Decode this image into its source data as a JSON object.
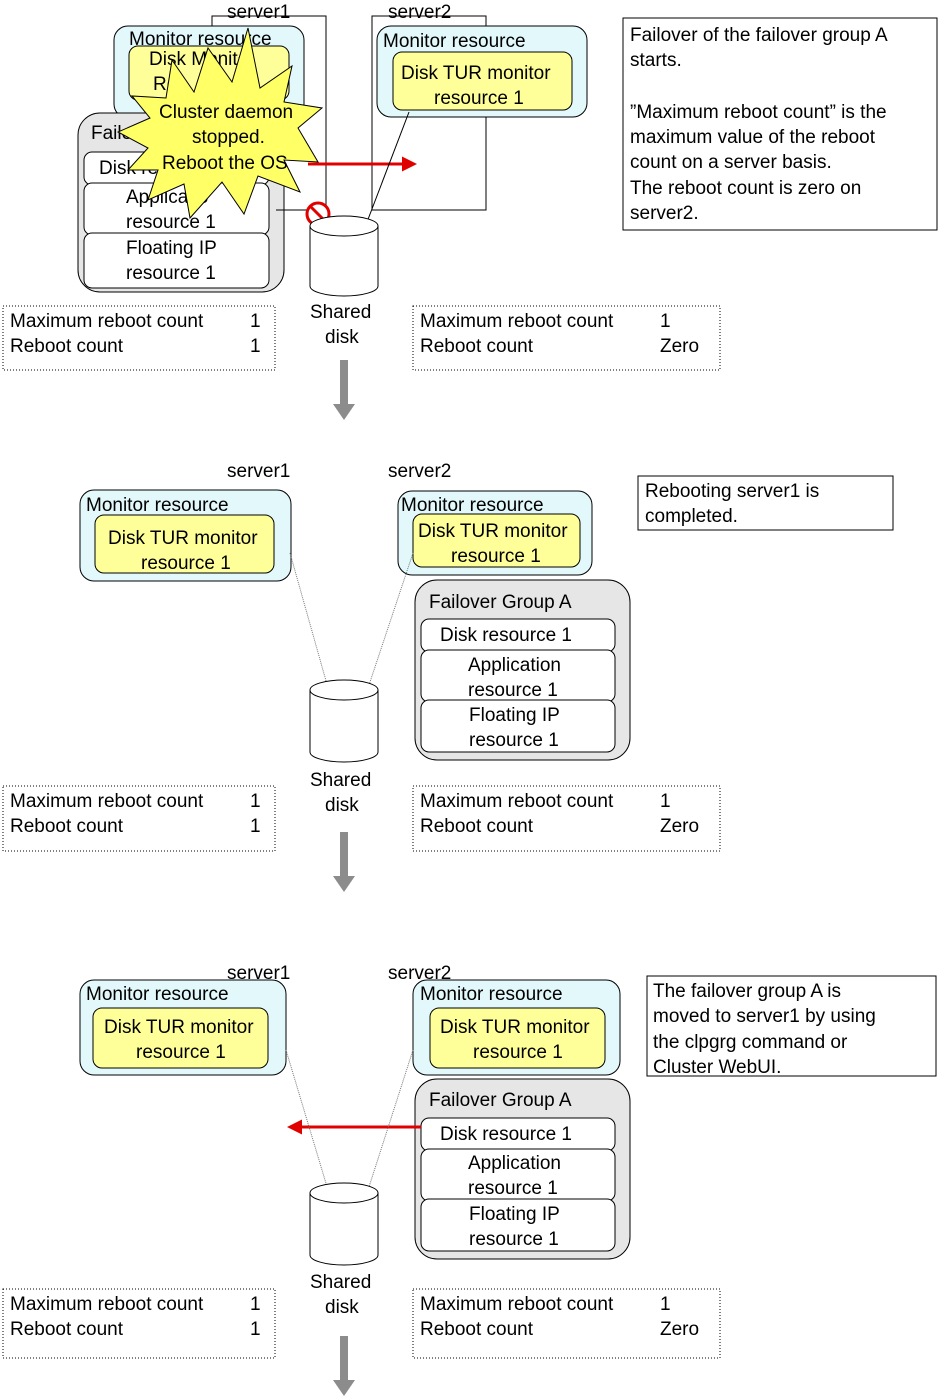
{
  "labels": {
    "server1": "server1",
    "server2": "server2",
    "monitor_resource": "Monitor resource",
    "disk_tur_monitor": [
      "Disk TUR monitor",
      "resource 1"
    ],
    "disk_monitor_partial": [
      "Disk Monito",
      "Re"
    ],
    "failover_group": "Failover Group A",
    "failover_partial": "Failove",
    "disk_resource": "Disk resource 1",
    "disk_resource_partial": "Disk re",
    "application_resource": [
      "Application",
      "resource 1"
    ],
    "application_partial": [
      "Applicatio",
      "resource 1"
    ],
    "floating_ip_resource": [
      "Floating IP",
      "resource 1"
    ],
    "shared_disk": [
      "Shared",
      "disk"
    ],
    "max_reboot_count": "Maximum  reboot count",
    "reboot_count": "Reboot count"
  },
  "explosion_text": [
    "Cluster daemon",
    "stopped.",
    "Reboot the OS"
  ],
  "stages": [
    {
      "note": [
        "Failover of the failover group A",
        "starts.",
        "",
        "”Maximum  reboot count” is the",
        "maximum  value of the reboot",
        "count on a server basis.",
        "The reboot count is zero on",
        "server2."
      ],
      "server1_counts": {
        "max": "1",
        "reboot": "1"
      },
      "server2_counts": {
        "max": "1",
        "reboot": "Zero"
      }
    },
    {
      "note": [
        "Rebooting server1 is",
        "completed."
      ],
      "server1_counts": {
        "max": "1",
        "reboot": "1"
      },
      "server2_counts": {
        "max": "1",
        "reboot": "Zero"
      }
    },
    {
      "note": [
        "The failover group A is",
        "moved to server1 by using",
        "the clpgrg command  or",
        "Cluster WebUI."
      ],
      "server1_counts": {
        "max": "1",
        "reboot": "1"
      },
      "server2_counts": {
        "max": "1",
        "reboot": "Zero"
      }
    }
  ],
  "colors": {
    "monitor_bg": "#e2f8fb",
    "monitor_item": "#ffff99",
    "failover_bg": "#e6e6e6",
    "arrow_red": "#e00000",
    "arrow_gray": "#8c8c8c",
    "explosion_fill": "#ffff66"
  }
}
